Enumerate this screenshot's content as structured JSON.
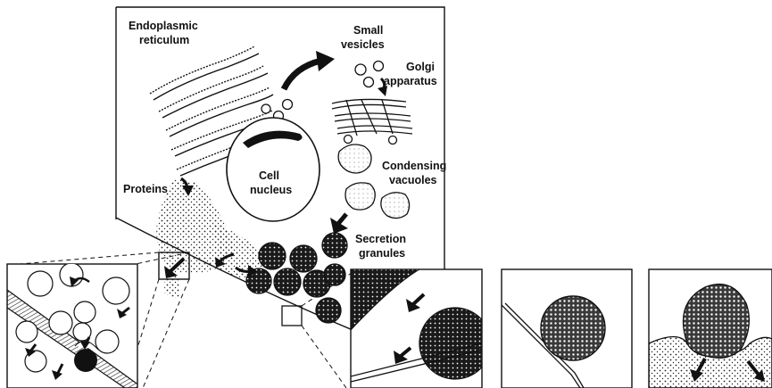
{
  "labels": {
    "er_line1": "Endoplasmic",
    "er_line2": "reticulum",
    "vesicles_line1": "Small",
    "vesicles_line2": "vesicles",
    "golgi_line1": "Golgi",
    "golgi_line2": "apparatus",
    "proteins": "Proteins",
    "nucleus_line1": "Cell",
    "nucleus_line2": "nucleus",
    "condensing_line1": "Condensing",
    "condensing_line2": "vacuoles",
    "secretion_line1": "Secretion",
    "secretion_line2": "granules"
  },
  "colors": {
    "ink": "#111111",
    "paper": "#ffffff",
    "hatch": "#444444"
  }
}
